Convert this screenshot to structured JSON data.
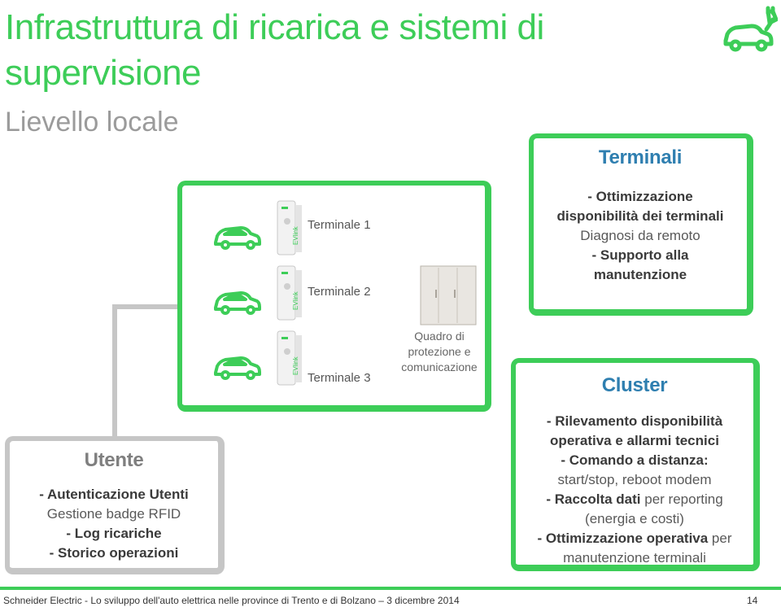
{
  "header": {
    "title": "Infrastruttura di ricarica e sistemi di supervisione",
    "subtitle": "Lievello  locale"
  },
  "colors": {
    "accent": "#3dcd58",
    "neutral": "#c6c6c6"
  },
  "logo_icon": "ev-plug-car-icon",
  "terminali": {
    "title": "Terminali",
    "line1": "- Ottimizzazione",
    "line2": "disponibilità dei terminali",
    "line3": "Diagnosi da remoto",
    "line4": "- Supporto alla",
    "line5": "manutenzione"
  },
  "local": {
    "terminal_1": "Terminale 1",
    "terminal_2": "Terminale 2",
    "terminal_3": "Terminale 3",
    "quadro": "Quadro di protezione e comunicazione",
    "station_brand": "EVlink"
  },
  "cluster": {
    "title": "Cluster",
    "l1": "- Rilevamento disponibilità",
    "l2": "operativa e allarmi tecnici",
    "l3": "- Comando a distanza:",
    "l4": "start/stop, reboot modem",
    "l5_bold": "- Raccolta dati",
    "l5_rest": " per reporting",
    "l6": "(energia e costi)",
    "l7_bold": "- Ottimizzazione operativa",
    "l7_rest": " per",
    "l8": "manutenzione terminali"
  },
  "utente": {
    "title": "Utente",
    "l1": "- Autenticazione Utenti",
    "l2": "Gestione badge RFID",
    "l3": "- Log ricariche",
    "l4": "- Storico operazioni"
  },
  "footer": {
    "text": "Schneider Electric - Lo sviluppo dell'auto elettrica nelle province di Trento e di Bolzano – 3 dicembre 2014",
    "page": "14"
  }
}
